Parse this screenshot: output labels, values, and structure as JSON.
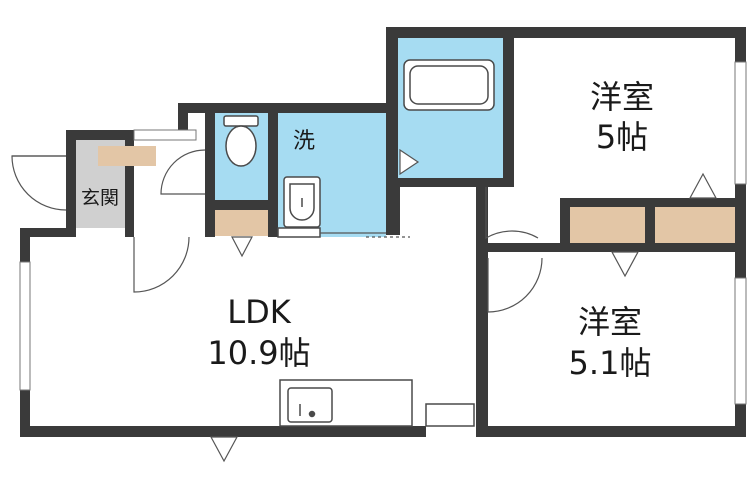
{
  "rooms": {
    "western_room_upper": {
      "name": "洋室",
      "size": "5帖"
    },
    "western_room_lower": {
      "name": "洋室",
      "size": "5.1帖"
    },
    "ldk": {
      "name": "LDK",
      "size": "10.9帖"
    },
    "washroom": {
      "name": "洗"
    },
    "entrance": {
      "name": "玄関"
    }
  },
  "colors": {
    "wall": "#3a3a3a",
    "wet_area": "#a6dcf2",
    "storage": "#e3c6a6",
    "entrance_floor": "#d0d0d0",
    "floor": "#ffffff"
  }
}
